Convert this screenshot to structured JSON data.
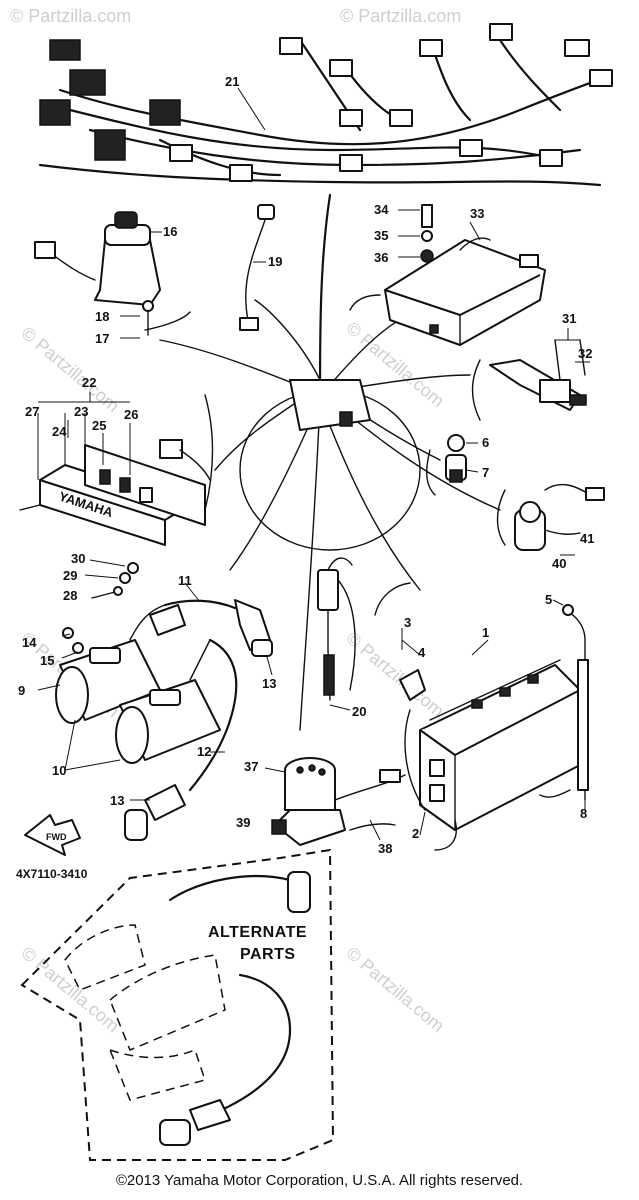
{
  "diagram": {
    "callouts": [
      "1",
      "2",
      "3",
      "4",
      "5",
      "6",
      "7",
      "8",
      "9",
      "10",
      "11",
      "12",
      "13",
      "14",
      "15",
      "16",
      "17",
      "18",
      "19",
      "20",
      "21",
      "22",
      "23",
      "24",
      "25",
      "26",
      "27",
      "28",
      "29",
      "30",
      "31",
      "32",
      "33",
      "34",
      "35",
      "36",
      "37",
      "38",
      "39",
      "40",
      "41"
    ],
    "diagram_code": "4X7110-3410",
    "alternate_parts": [
      "ALTERNATE",
      "PARTS"
    ],
    "fwd_label": "FWD",
    "plate_text": "YAMAHA",
    "watermark": "© Partzilla.com"
  },
  "footer": {
    "copyright": "©2013  Yamaha Motor Corporation, U.S.A. All rights reserved."
  },
  "colors": {
    "ink": "#111111",
    "watermark": "#cfcfcf",
    "background": "#ffffff"
  }
}
